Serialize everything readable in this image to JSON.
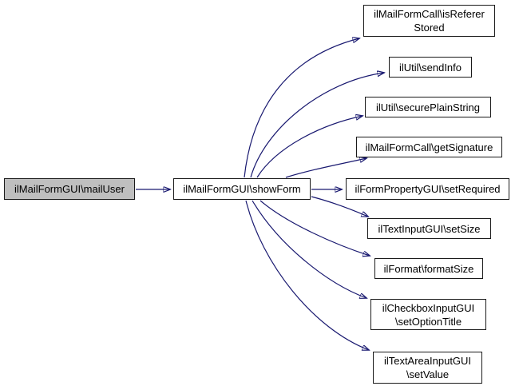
{
  "diagram": {
    "type": "call-graph",
    "colors": {
      "edge": "#191970",
      "caller_fill": "#bfbfbf",
      "node_fill": "#ffffff",
      "node_border": "#1a1a1a",
      "text": "#000000",
      "background": "#ffffff"
    },
    "nodes": {
      "caller": {
        "line1": "ilMailFormGUI\\mailUser"
      },
      "hub": {
        "line1": "ilMailFormGUI\\showForm"
      },
      "callees": [
        {
          "line1": "ilMailFormCall\\isReferer",
          "line2": "Stored"
        },
        {
          "line1": "ilUtil\\sendInfo"
        },
        {
          "line1": "ilUtil\\securePlainString"
        },
        {
          "line1": "ilMailFormCall\\getSignature"
        },
        {
          "line1": "ilFormPropertyGUI\\setRequired"
        },
        {
          "line1": "ilTextInputGUI\\setSize"
        },
        {
          "line1": "ilFormat\\formatSize"
        },
        {
          "line1": "ilCheckboxInputGUI",
          "line2": "\\setOptionTitle"
        },
        {
          "line1": "ilTextAreaInputGUI",
          "line2": "\\setValue"
        }
      ]
    },
    "edges": [
      "ilMailFormGUI\\mailUser -> ilMailFormGUI\\showForm",
      "ilMailFormGUI\\showForm -> ilMailFormCall\\isRefererStored",
      "ilMailFormGUI\\showForm -> ilUtil\\sendInfo",
      "ilMailFormGUI\\showForm -> ilUtil\\securePlainString",
      "ilMailFormGUI\\showForm -> ilMailFormCall\\getSignature",
      "ilMailFormGUI\\showForm -> ilFormPropertyGUI\\setRequired",
      "ilMailFormGUI\\showForm -> ilTextInputGUI\\setSize",
      "ilMailFormGUI\\showForm -> ilFormat\\formatSize",
      "ilMailFormGUI\\showForm -> ilCheckboxInputGUI\\setOptionTitle",
      "ilMailFormGUI\\showForm -> ilTextAreaInputGUI\\setValue"
    ]
  }
}
